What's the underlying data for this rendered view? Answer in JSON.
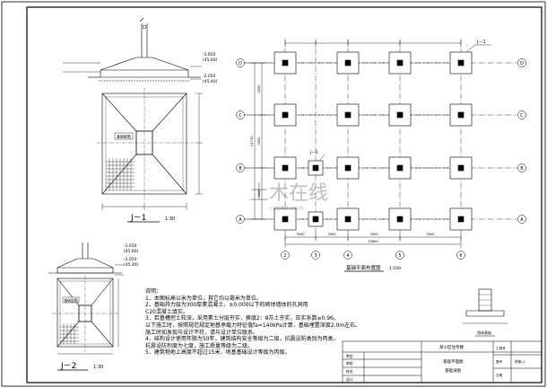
{
  "sheet": {
    "watermark": "土木在线",
    "watermark_url": "co188.com"
  },
  "detail_j1": {
    "title": "J－1",
    "scale": "1:30",
    "elev_1": "-1.650",
    "elev_1_sub": "(45.60)",
    "elev_2": "-2.050",
    "elev_2_sub": "(45.40)",
    "hatch_label": "基础配筋"
  },
  "detail_j2": {
    "title": "J－2",
    "scale": "1:30",
    "elev_1": "-1.650",
    "elev_1_sub": "(45.60)",
    "elev_2": "-2.050",
    "elev_2_sub": "(45.40)",
    "hatch_label": "基础配筋"
  },
  "plan": {
    "title": "基础平面布置图",
    "scale": "1:100",
    "row_axes": [
      "D",
      "C",
      "B",
      "A"
    ],
    "col_axes": [
      "2",
      "3",
      "4",
      "5",
      "6"
    ],
    "footing_labels": [
      "J－1",
      "J－2"
    ],
    "bottom_dims": [
      "3900",
      "3900",
      "3900",
      "3900"
    ],
    "left_dims": [
      "3000",
      "3000",
      "3000"
    ],
    "overall_width": "15600",
    "overall_height": "11710"
  },
  "notes": {
    "heading": "说明：",
    "lines": [
      "1．本图标高以米为单位，其它均以毫米为单位。",
      "2．基础持力层为300厚素混凝土，±0.000以下的砌体墙体的孔洞用",
      "   C20混凝土填实。",
      "3．若基槽挖土较深，采用素土分层夯实，换填2：8灰土夯实，压实系数≥0.96。",
      "   以下施工时，按照规范规定地基承载力特征值fa=140kPa计算，基础埋置深度2.0m左右。",
      "   施工时如发现与设计不符，请与设计单位联系。",
      "4．结构设计使用年限为50年，建筑结构安全等级为二级，抗震设防类别为丙类，",
      "   抗震设防烈度为七度，施工质量等级为二级。",
      "5．建筑物地上高度不超过15米，地基基础设计等级为丙级。"
    ]
  },
  "section_detail": {
    "label": "墙体基础"
  },
  "title_block": {
    "project_label": "某小区住宅楼",
    "drawing_name": "基础平面图",
    "drawing_sub": "基础详图",
    "row_labels": [
      "审定",
      "审核",
      "校对",
      "设计"
    ],
    "right_labels": [
      "工程号",
      "图号",
      "日期"
    ],
    "drawing_no": "结施-1"
  }
}
